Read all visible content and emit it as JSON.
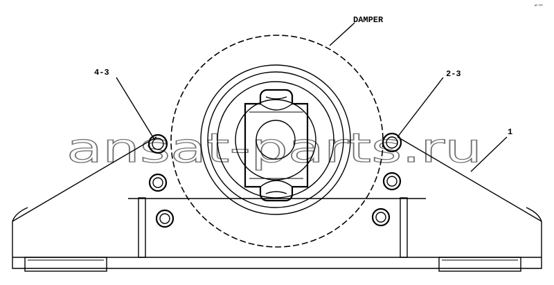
{
  "labels": {
    "damper": "DAMPER",
    "left_bolt": "4-3",
    "right_bolt": "2-3",
    "bracket": "1"
  },
  "corner_mark": "ᴬ⁰ ⁰⁰⁰",
  "watermark": "ansat-parts.ru"
}
